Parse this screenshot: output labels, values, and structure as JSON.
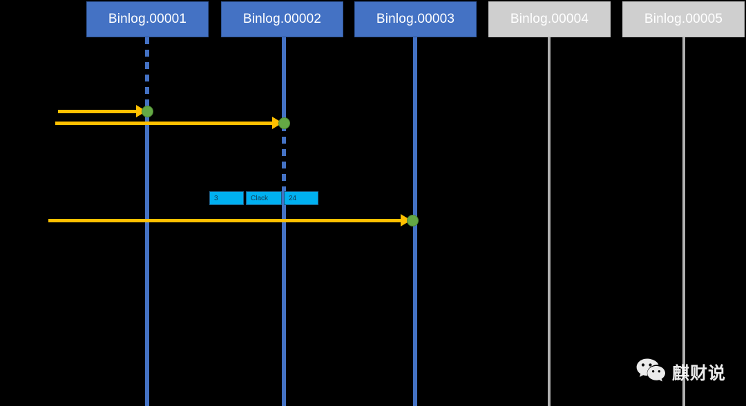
{
  "diagram": {
    "title": "MySQL Binlog file timeline",
    "background_color": "#000000",
    "colors": {
      "active_box": "#4472c4",
      "inactive_box": "#cfcfcf",
      "lifeline_blue": "#4472c4",
      "lifeline_gray": "#b0b0b0",
      "arrow": "#ffc000",
      "node": "#64a845",
      "record_cell": "#00b0f0"
    }
  },
  "binlogs": [
    {
      "label": "Binlog.00001",
      "state": "active"
    },
    {
      "label": "Binlog.00002",
      "state": "active"
    },
    {
      "label": "Binlog.00003",
      "state": "active"
    },
    {
      "label": "Binlog.00004",
      "state": "inactive"
    },
    {
      "label": "Binlog.00005",
      "state": "inactive"
    }
  ],
  "arrows": [
    {
      "name": "arrow-to-binlog-00001"
    },
    {
      "name": "arrow-to-binlog-00002"
    },
    {
      "name": "arrow-to-binlog-00003"
    }
  ],
  "nodes": [
    {
      "name": "node-binlog-00001"
    },
    {
      "name": "node-binlog-00002"
    },
    {
      "name": "node-binlog-00003"
    }
  ],
  "event_record": {
    "cells": [
      {
        "value": "3"
      },
      {
        "value": "Clack"
      },
      {
        "value": "24"
      }
    ]
  },
  "watermark": {
    "text": "麒财说",
    "icon": "wechat-icon"
  }
}
